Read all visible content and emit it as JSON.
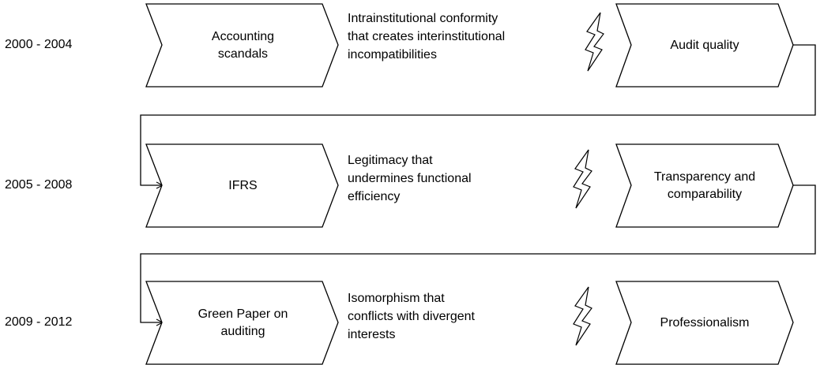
{
  "rows": [
    {
      "period": "2000 - 2004",
      "cause": "Accounting\nscandals",
      "tension": "Intrainstitutional conformity\nthat creates interinstitutional\nincompatibilities",
      "outcome": "Audit quality"
    },
    {
      "period": "2005 - 2008",
      "cause": "IFRS",
      "tension": "Legitimacy that\nundermines functional\nefficiency",
      "outcome": "Transparency and\ncomparability"
    },
    {
      "period": "2009 - 2012",
      "cause": "Green Paper on\nauditing",
      "tension": "Isomorphism that\nconflicts with divergent\ninterests",
      "outcome": "Professionalism"
    }
  ],
  "icons": [
    "lightning-bolt-icon"
  ],
  "colors": {
    "stroke": "#000000",
    "background": "#ffffff"
  }
}
